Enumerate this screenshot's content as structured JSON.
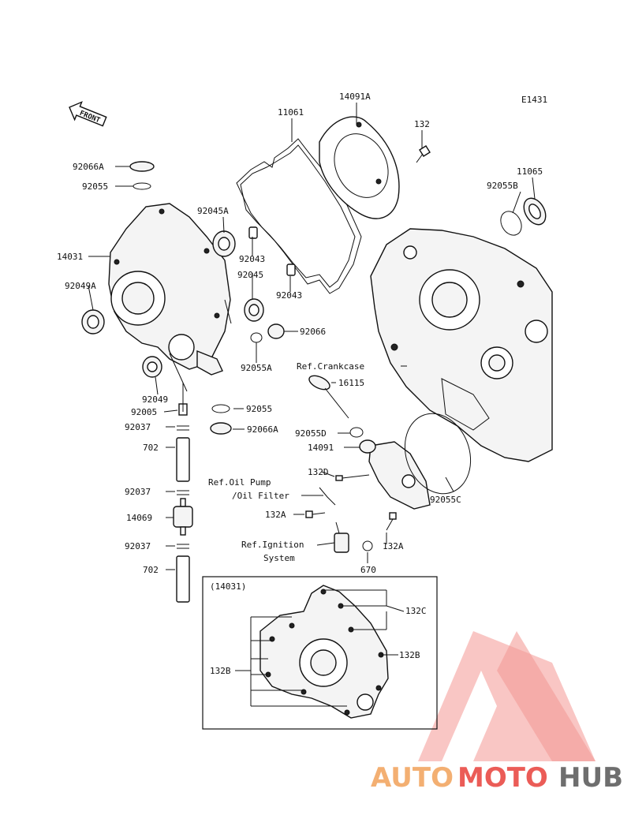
{
  "diagram_code": "E1431",
  "front_label": "FRONT",
  "parts": {
    "p11061": "11061",
    "p14091A": "14091A",
    "p132": "132",
    "p11065": "11065",
    "p92055B": "92055B",
    "p92066A_top": "92066A",
    "p92055_top": "92055",
    "p92045A": "92045A",
    "p14031": "14031",
    "p92043_a": "92043",
    "p92045": "92045",
    "p92043_b": "92043",
    "p92049A": "92049A",
    "p92066": "92066",
    "p92055A": "92055A",
    "ref_crankcase": "Ref.Crankcase",
    "p16115": "16115",
    "p92049": "92049",
    "p92055_mid": "92055",
    "p92005": "92005",
    "p92066A_mid": "92066A",
    "p92037_a": "92037",
    "p92055D": "92055D",
    "p14091": "14091",
    "p702_a": "702",
    "p132D": "132D",
    "ref_oil_pump_1": "Ref.Oil Pump",
    "ref_oil_pump_2": "/Oil Filter",
    "p92037_b": "92037",
    "p92055C": "92055C",
    "p132A_a": "132A",
    "p14069": "14069",
    "ref_ignition_1": "Ref.Ignition",
    "ref_ignition_2": "System",
    "p132A_b": "132A",
    "p92037_c": "92037",
    "p670": "670",
    "p702_b": "702"
  },
  "inset": {
    "title": "(14031)",
    "p132C": "132C",
    "p132B_right": "132B",
    "p132B_left": "132B"
  },
  "watermark": {
    "auto": "AUTO",
    "moto": "MOTO",
    "hub": "HUB",
    "colors": {
      "auto": "#f2a25a",
      "moto": "#e8403a",
      "hub": "#555555",
      "triangle": "#f08a86"
    }
  }
}
